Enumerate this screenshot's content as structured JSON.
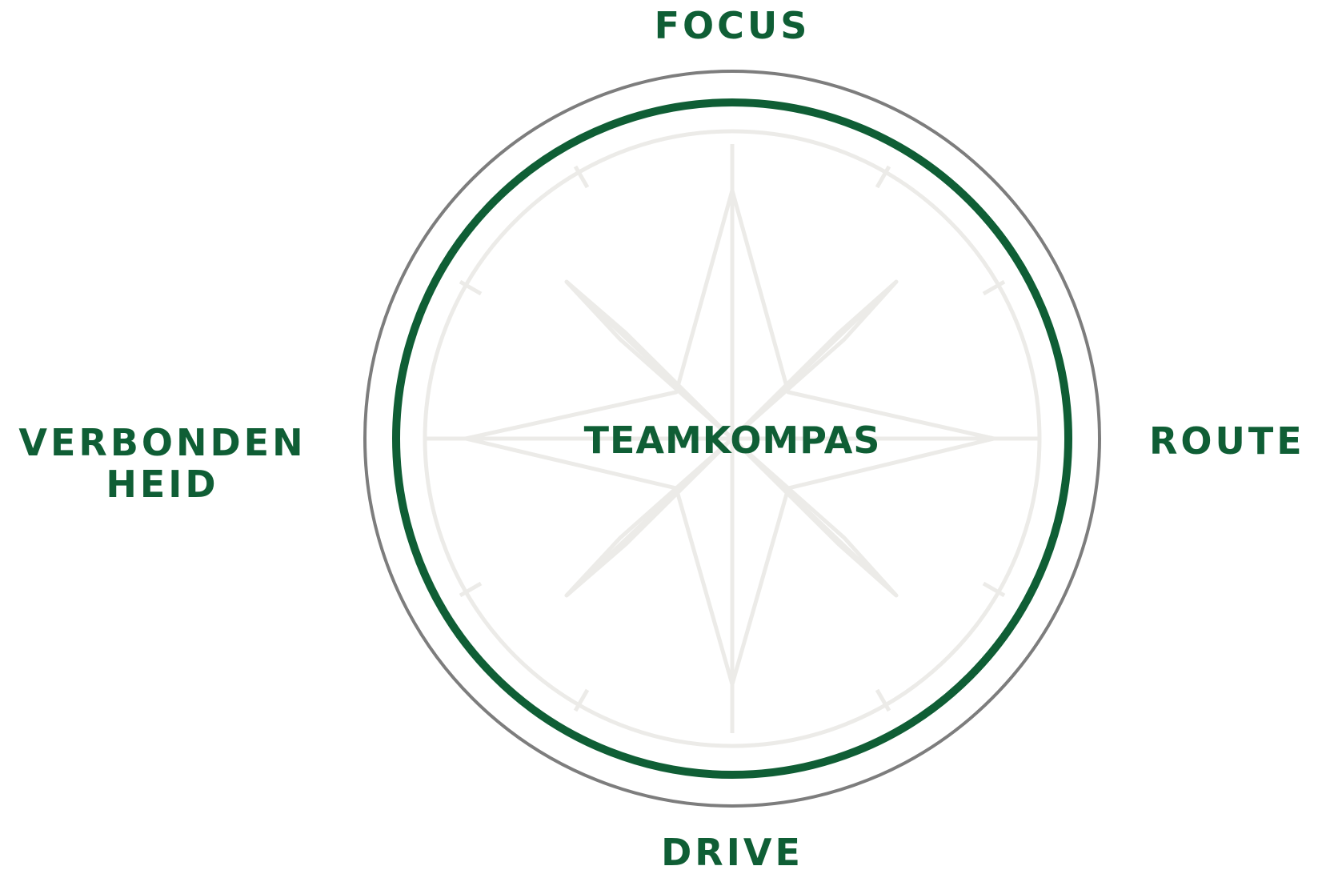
{
  "labels": {
    "top": "FOCUS",
    "right": "ROUTE",
    "bottom": "DRIVE",
    "left_line1": "VERBONDEN",
    "left_line2": "HEID",
    "center": "TEAMKOMPAS"
  },
  "colors": {
    "accent_green": "#0f5e35",
    "outer_ring_gray": "#7d7d7d",
    "compass_rose_light": "#ecebe8"
  },
  "icon": "compass-rose-icon"
}
